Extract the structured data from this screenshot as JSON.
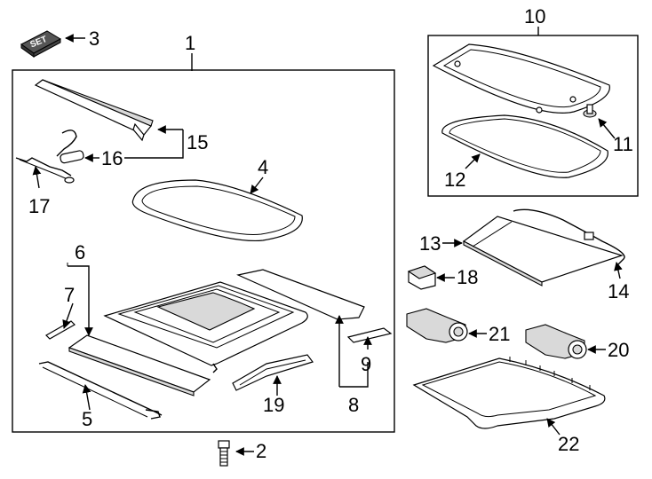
{
  "set_tag": "SET",
  "callouts": {
    "p1": "1",
    "p2": "2",
    "p3": "3",
    "p4": "4",
    "p5": "5",
    "p6": "6",
    "p7": "7",
    "p8": "8",
    "p9": "9",
    "p10": "10",
    "p11": "11",
    "p12": "12",
    "p13": "13",
    "p14": "14",
    "p15": "15",
    "p16": "16",
    "p17": "17",
    "p18": "18",
    "p19": "19",
    "p20": "20",
    "p21": "21",
    "p22": "22"
  }
}
